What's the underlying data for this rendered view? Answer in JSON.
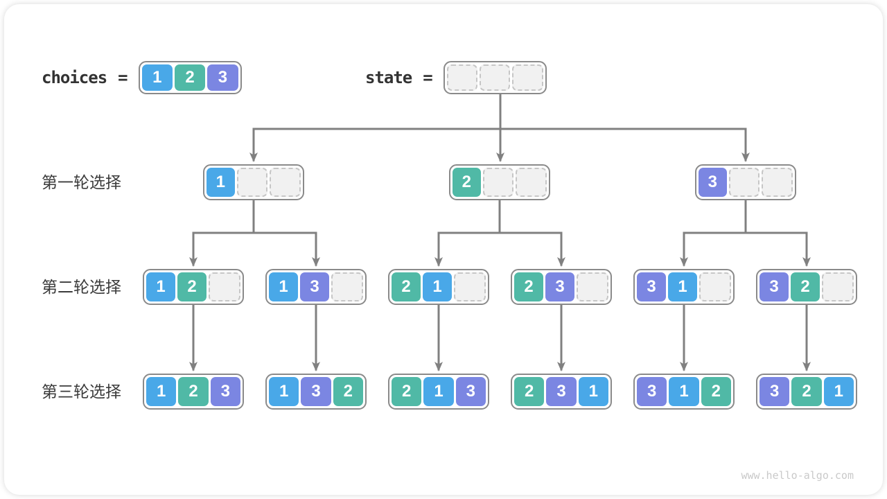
{
  "page": {
    "watermark": "www.hello-algo.com"
  },
  "colors": {
    "value_1": "#49A8E8",
    "value_2": "#50B9A6",
    "value_3": "#7B86E2",
    "line": "#808080",
    "node_border": "#8A8A8A",
    "label_text": "#3B3B3B",
    "empty_cell_bg": "#F1F1F1",
    "empty_cell_border": "#C6C6C6",
    "watermark_text": "#C9C9C9"
  },
  "header": {
    "choices": {
      "label": "choices",
      "equals": "=",
      "values": [
        "1",
        "2",
        "3"
      ]
    },
    "state": {
      "label": "state",
      "equals": "=",
      "values": [
        null,
        null,
        null
      ]
    }
  },
  "tree": {
    "rows": [
      {
        "label": "第一轮选择",
        "nodes": [
          [
            "1",
            null,
            null
          ],
          [
            "2",
            null,
            null
          ],
          [
            "3",
            null,
            null
          ]
        ]
      },
      {
        "label": "第二轮选择",
        "nodes": [
          [
            "1",
            "2",
            null
          ],
          [
            "1",
            "3",
            null
          ],
          [
            "2",
            "1",
            null
          ],
          [
            "2",
            "3",
            null
          ],
          [
            "3",
            "1",
            null
          ],
          [
            "3",
            "2",
            null
          ]
        ]
      },
      {
        "label": "第三轮选择",
        "nodes": [
          [
            "1",
            "2",
            "3"
          ],
          [
            "1",
            "3",
            "2"
          ],
          [
            "2",
            "1",
            "3"
          ],
          [
            "2",
            "3",
            "1"
          ],
          [
            "3",
            "1",
            "2"
          ],
          [
            "3",
            "2",
            "1"
          ]
        ]
      }
    ]
  }
}
